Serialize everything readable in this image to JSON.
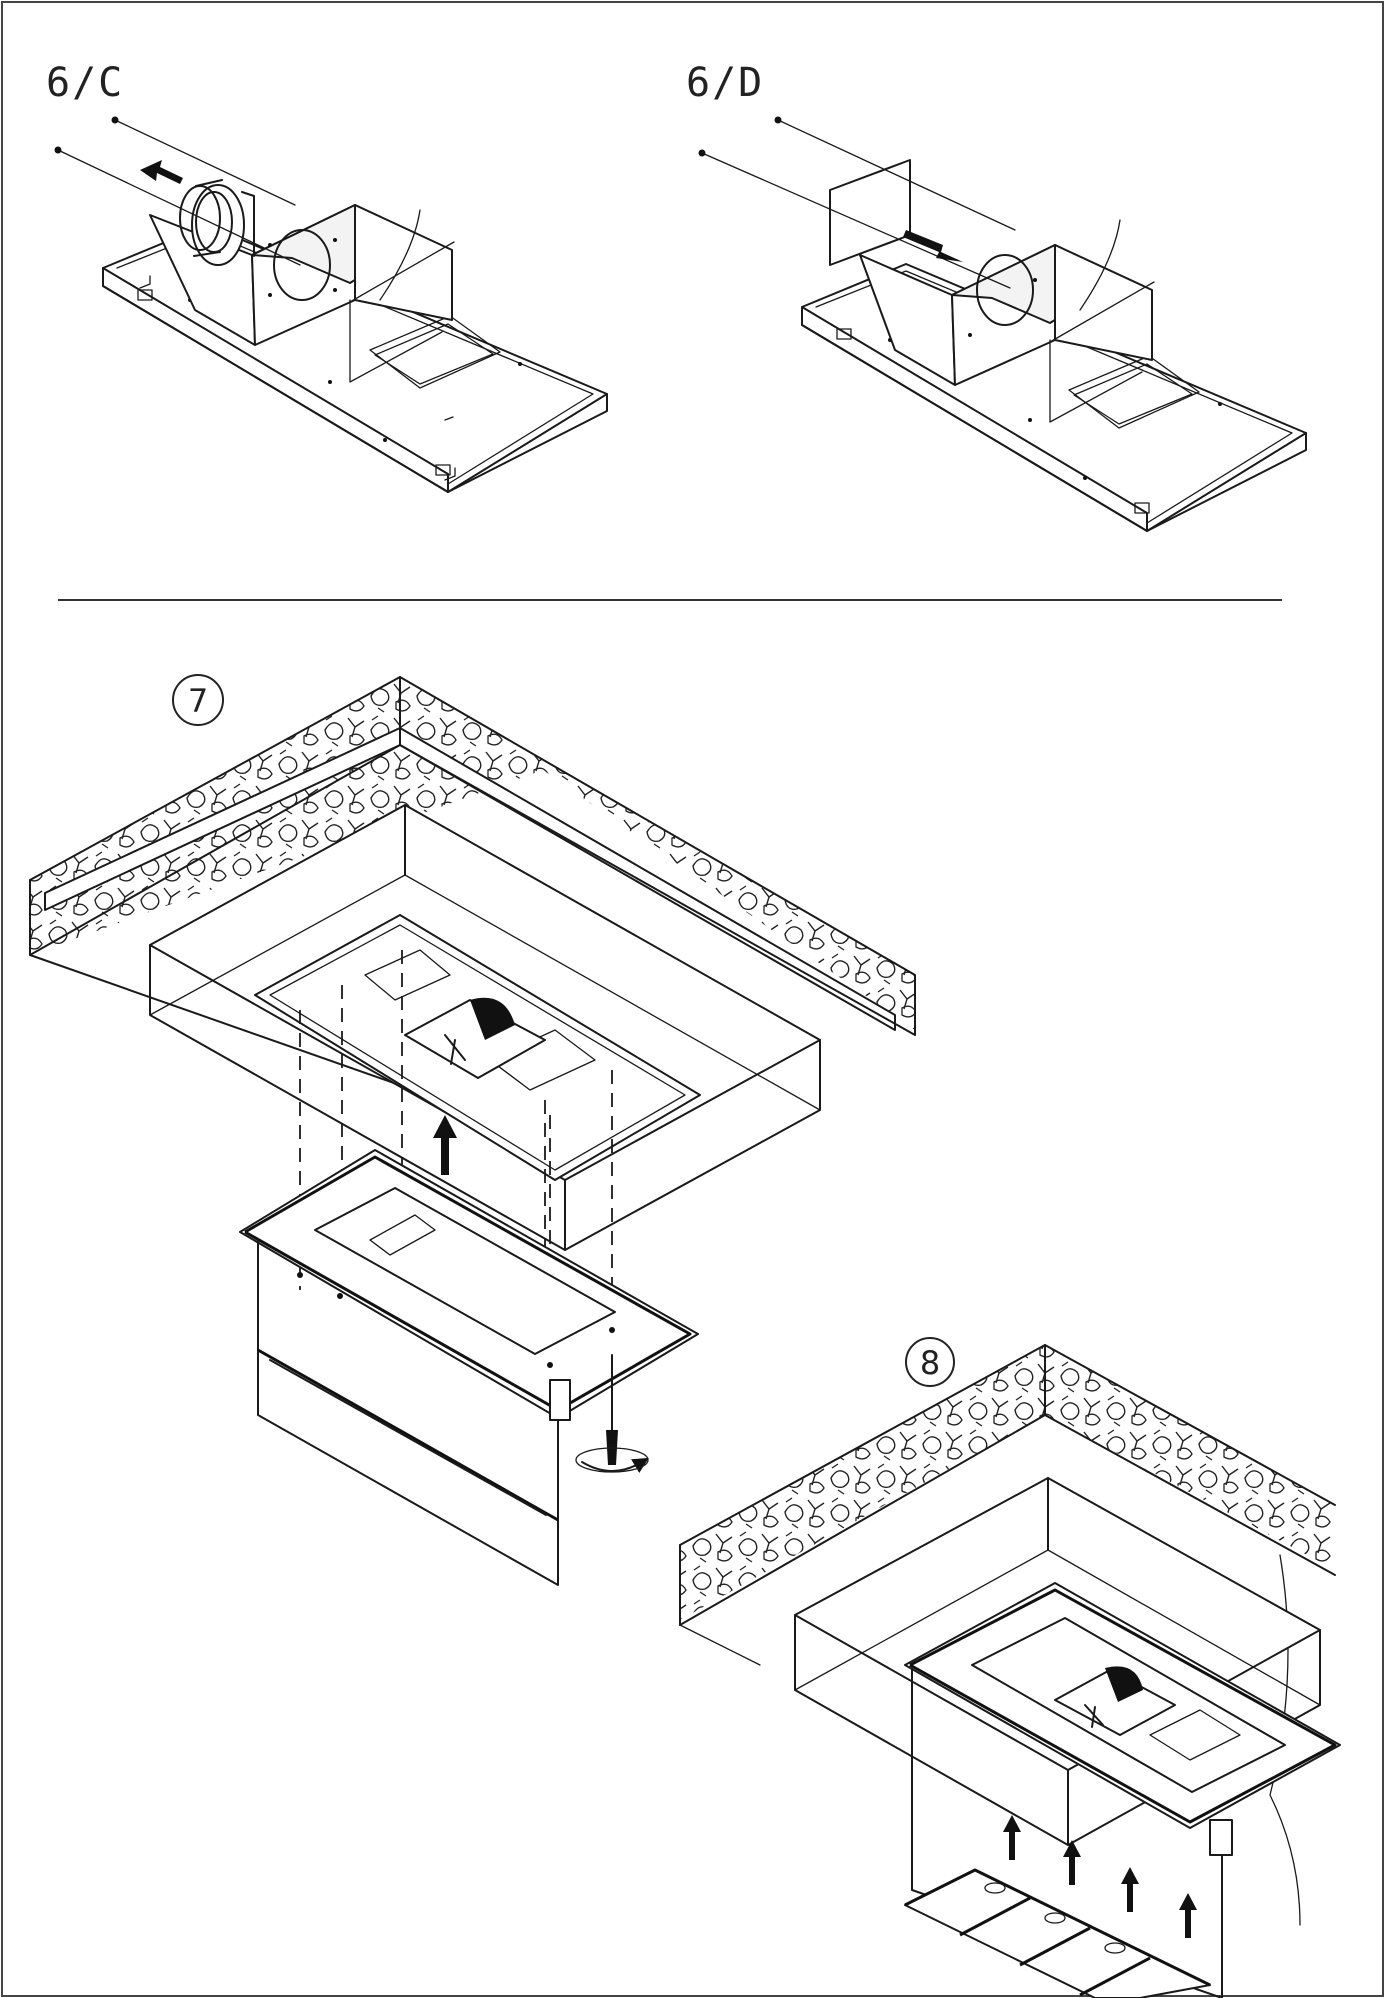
{
  "figure_6c": {
    "label": "6/C"
  },
  "figure_6d": {
    "label": "6/D"
  },
  "step_7": {
    "label": "7"
  },
  "step_8": {
    "label": "8"
  }
}
